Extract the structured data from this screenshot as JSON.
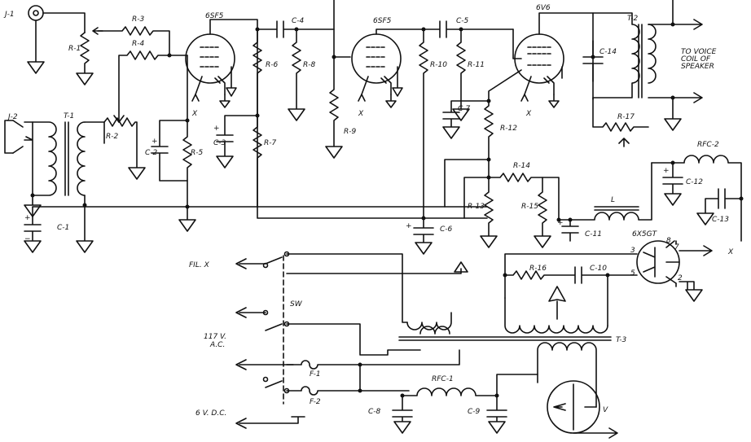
{
  "labels": {
    "j1": "J-1",
    "j2": "J-2",
    "t1": "T-1",
    "t2": "T-2",
    "t3": "T-3",
    "r1": "R-1",
    "r2": "R-2",
    "r3": "R-3",
    "r4": "R-4",
    "r5": "R-5",
    "r6": "R-6",
    "r7": "R-7",
    "r8": "R-8",
    "r9": "R-9",
    "r10": "R-10",
    "r11": "R-11",
    "r12": "R-12",
    "r13": "R-13",
    "r14": "R-14",
    "r15": "R-15",
    "r16": "R-16",
    "r17": "R-17",
    "c1": "C-1",
    "c2": "C-2",
    "c3": "C-3",
    "c4": "C-4",
    "c5": "C-5",
    "c6": "C-6",
    "c7": "C-7",
    "c8": "C-8",
    "c9": "C-9",
    "c10": "C-10",
    "c11": "C-11",
    "c12": "C-12",
    "c13": "C-13",
    "c14": "C-14",
    "tube1": "6SF5",
    "tube2": "6SF5",
    "tube3": "6V6",
    "rect": "6X5GT",
    "rfc1": "RFC-1",
    "rfc2": "RFC-2",
    "choke": "L",
    "f1": "F-1",
    "f2": "F-2",
    "sw": "SW",
    "meter": "V",
    "fil": "FIL. X",
    "ac1": "117 V.",
    "ac2": "A.C.",
    "dc": "6 V. D.C.",
    "voice1": "TO VOICE",
    "voice2": "COIL OF",
    "voice3": "SPEAKER",
    "x1": "X",
    "x2": "X",
    "x3": "X",
    "x4": "X",
    "pin8": "8",
    "pin7": "7",
    "pin3": "3",
    "pin5": "5",
    "pin2": "2",
    "plus": "+",
    "minus": "−"
  }
}
